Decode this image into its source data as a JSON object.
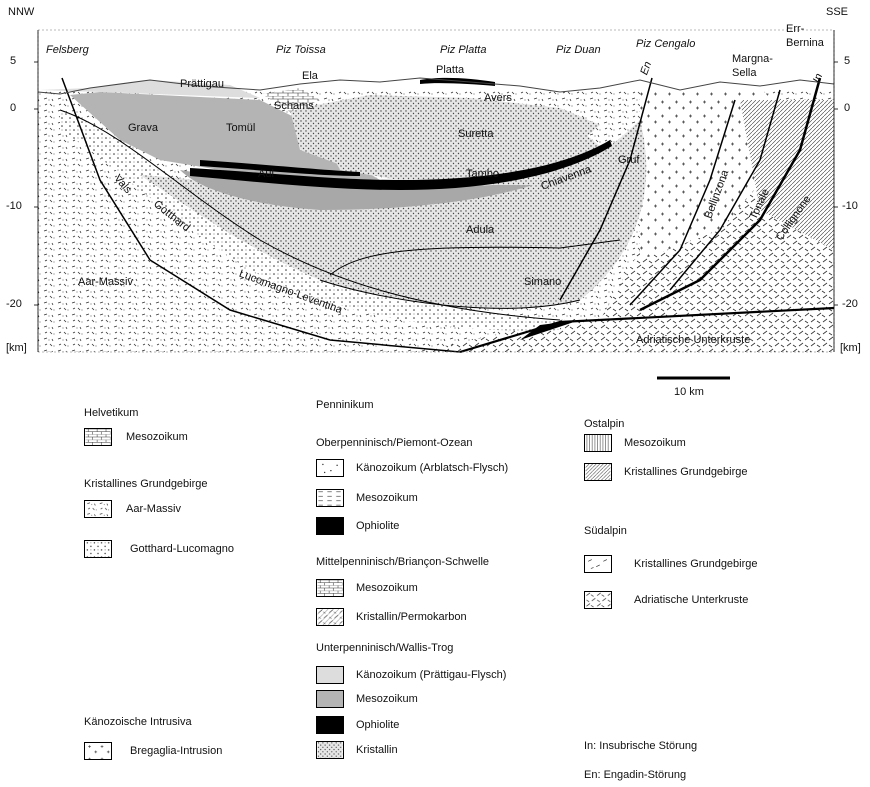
{
  "section": {
    "left_end": "NNW",
    "right_end": "SSE",
    "depth_unit": "[km]",
    "depth_ticks": [
      "5",
      "0",
      "-10",
      "-20"
    ],
    "scale_bar": "10 km",
    "peaks": [
      "Felsberg",
      "Piz Toissa",
      "Piz Platta",
      "Piz Duan",
      "Piz Cengalo"
    ],
    "fault_labels": [
      "En",
      "In"
    ],
    "units": [
      "Prättigau",
      "Ela",
      "Platta",
      "Schams",
      "Avers",
      "Grava",
      "Tomül",
      "Suretta",
      "Aul",
      "Tambo",
      "Chiavenna",
      "Gruf",
      "Vals",
      "Adula",
      "Gotthard",
      "Aar-Massiv",
      "Lucomagno-Leventina",
      "Simano",
      "Bellinzona",
      "Tonale",
      "Collignone",
      "Margna-Sella",
      "Err-Bernina",
      "Adriatische Unterkruste"
    ]
  },
  "legend": {
    "helvetikum": {
      "title": "Helvetikum",
      "items": [
        {
          "label": "Mesozoikum",
          "pattern": "brick"
        }
      ]
    },
    "kristallines": {
      "title": "Kristallines Grundgebirge",
      "items": [
        {
          "label": "Aar-Massiv",
          "pattern": "aar"
        },
        {
          "label": "Gotthard-Lucomagno",
          "pattern": "dots-dense"
        }
      ]
    },
    "intrusiva": {
      "title": "Känozoische Intrusiva",
      "items": [
        {
          "label": "Bregaglia-Intrusion",
          "pattern": "plus"
        }
      ]
    },
    "penninikum": {
      "title": "Penninikum",
      "groups": [
        {
          "title": "Oberpenninisch/Piemont-Ozean",
          "items": [
            {
              "label": "Känozoikum (Arblatsch-Flysch)",
              "pattern": "dots-sparse"
            },
            {
              "label": "Mesozoikum",
              "pattern": "dashes"
            },
            {
              "label": "Ophiolite",
              "pattern": "black"
            }
          ]
        },
        {
          "title": "Mittelpenninisch/Briançon-Schwelle",
          "items": [
            {
              "label": "Mesozoikum",
              "pattern": "bricks-fine"
            },
            {
              "label": "Kristallin/Permokarbon",
              "pattern": "hatch-mixed"
            }
          ]
        },
        {
          "title": "Unterpenninisch/Wallis-Trog",
          "items": [
            {
              "label": "Känozoikum (Prättigau-Flysch)",
              "pattern": "light-gray"
            },
            {
              "label": "Mesozoikum",
              "pattern": "mid-gray"
            },
            {
              "label": "Ophiolite",
              "pattern": "black"
            },
            {
              "label": "Kristallin",
              "pattern": "stipple"
            }
          ]
        }
      ]
    },
    "ostalpin": {
      "title": "Ostalpin",
      "items": [
        {
          "label": "Mesozoikum",
          "pattern": "vertical"
        },
        {
          "label": "Kristallines Grundgebirge",
          "pattern": "hatch-dense"
        }
      ]
    },
    "suedalpin": {
      "title": "Südalpin",
      "items": [
        {
          "label": "Kristallines Grundgebirge",
          "pattern": "dashes-angled"
        },
        {
          "label": "Adriatische Unterkruste",
          "pattern": "angles"
        }
      ]
    },
    "faults": [
      {
        "label": "In: Insubrische Störung"
      },
      {
        "label": "En: Engadin-Störung"
      }
    ]
  }
}
